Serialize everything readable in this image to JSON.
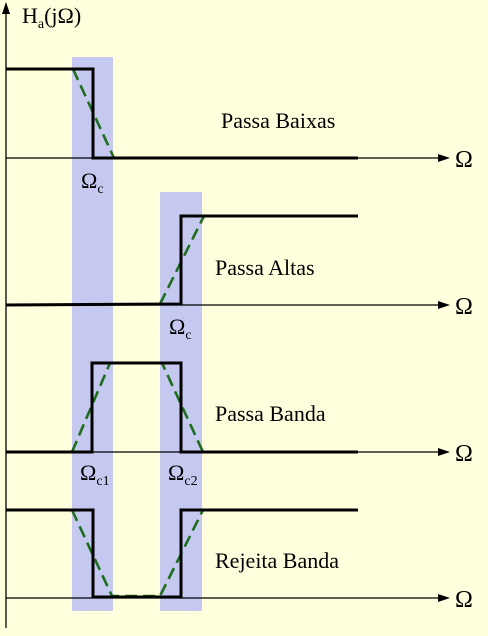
{
  "y_axis": {
    "symbol": "H",
    "subscript": "a",
    "argument": "(jΩ)"
  },
  "x_axis_symbol": "Ω",
  "panels": [
    {
      "id": "passa-baixas",
      "label": "Passa Baixas",
      "cutoff_labels": [
        {
          "symbol": "Ω",
          "subscript": "c"
        }
      ]
    },
    {
      "id": "passa-altas",
      "label": "Passa Altas",
      "cutoff_labels": [
        {
          "symbol": "Ω",
          "subscript": "c"
        }
      ]
    },
    {
      "id": "passa-banda",
      "label": "Passa Banda",
      "cutoff_labels": [
        {
          "symbol": "Ω",
          "subscript": "c1"
        },
        {
          "symbol": "Ω",
          "subscript": "c2"
        }
      ]
    },
    {
      "id": "rejeita-banda",
      "label": "Rejeita Banda",
      "cutoff_labels": []
    }
  ],
  "colors": {
    "background": "#FFFFDD",
    "band_highlight": "#C5C9F0",
    "ideal_response": "#000000",
    "real_response": "#1E6E1E",
    "axes": "#000000"
  }
}
